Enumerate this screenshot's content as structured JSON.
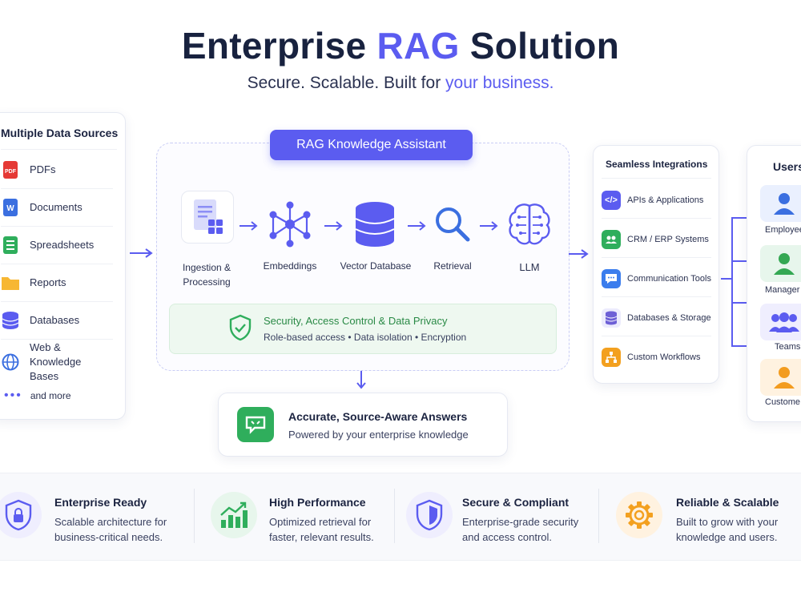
{
  "header": {
    "title_part1": "Enterprise ",
    "title_accent": "RAG",
    "title_part2": " Solution",
    "subtitle_part1": "Secure. Scalable. Built for ",
    "subtitle_accent": "your business."
  },
  "data_sources": {
    "title": "Multiple Data Sources",
    "items": [
      {
        "label": "PDFs",
        "icon": "pdf-icon"
      },
      {
        "label": "Documents",
        "icon": "word-document-icon"
      },
      {
        "label": "Spreadsheets",
        "icon": "spreadsheet-icon"
      },
      {
        "label": "Reports",
        "icon": "folder-icon"
      },
      {
        "label": "Databases",
        "icon": "database-icon"
      },
      {
        "label": "Web & Knowledge Bases",
        "icon": "globe-icon"
      }
    ],
    "more_label": "and more"
  },
  "assistant": {
    "title": "RAG Knowledge Assistant",
    "steps": [
      {
        "label": "Ingestion & Processing",
        "icon": "document-processing-icon"
      },
      {
        "label": "Embeddings",
        "icon": "network-nodes-icon"
      },
      {
        "label": "Vector Database",
        "icon": "vector-database-icon"
      },
      {
        "label": "Retrieval",
        "icon": "magnifier-icon"
      },
      {
        "label": "LLM",
        "icon": "brain-icon"
      }
    ],
    "security_title": "Security, Access Control & Data Privacy",
    "security_desc": "Role-based access • Data isolation • Encryption"
  },
  "answers": {
    "title": "Accurate, Source-Aware Answers",
    "desc": "Powered by your enterprise knowledge"
  },
  "integrations": {
    "title": "Seamless Integrations",
    "items": [
      {
        "label": "APIs & Applications",
        "icon": "code-icon",
        "color": "#5b5cf0",
        "glyph": "</>"
      },
      {
        "label": "CRM / ERP Systems",
        "icon": "people-icon",
        "color": "#2fae5c",
        "glyph": "●●"
      },
      {
        "label": "Communication Tools",
        "icon": "chat-icon",
        "color": "#3b7ded",
        "glyph": "•••"
      },
      {
        "label": "Databases & Storage",
        "icon": "storage-icon",
        "color": "#6d5fd6",
        "glyph": "≡"
      },
      {
        "label": "Custom Workflows",
        "icon": "workflow-icon",
        "color": "#f3a01f",
        "glyph": "⇅"
      }
    ]
  },
  "users": {
    "title": "Users",
    "items": [
      {
        "label": "Employee",
        "icon": "employee-icon",
        "bg": "#eaf0fe",
        "color": "#3b6fe0"
      },
      {
        "label": "Manager",
        "icon": "manager-icon",
        "bg": "#e7f6ec",
        "color": "#34a853"
      },
      {
        "label": "Teams",
        "icon": "teams-icon",
        "bg": "#efeefe",
        "color": "#5b5cf0"
      },
      {
        "label": "Custome",
        "icon": "customer-icon",
        "bg": "#fff2e0",
        "color": "#f39c1f"
      }
    ]
  },
  "features": [
    {
      "title": "Enterprise Ready",
      "desc1": "Scalable architecture for",
      "desc2": "business-critical needs.",
      "icon": "shield-lock-icon"
    },
    {
      "title": "High Performance",
      "desc1": "Optimized retrieval for",
      "desc2": "faster, relevant results.",
      "icon": "growth-chart-icon"
    },
    {
      "title": "Secure & Compliant",
      "desc1": "Enterprise-grade security",
      "desc2": "and access control.",
      "icon": "shield-icon"
    },
    {
      "title": "Reliable & Scalable",
      "desc1": "Built to grow with your",
      "desc2": "knowledge and users.",
      "icon": "gear-icon"
    }
  ],
  "colors": {
    "accent": "#5b5cf0",
    "green": "#2fae5c",
    "dark": "#18223f"
  }
}
